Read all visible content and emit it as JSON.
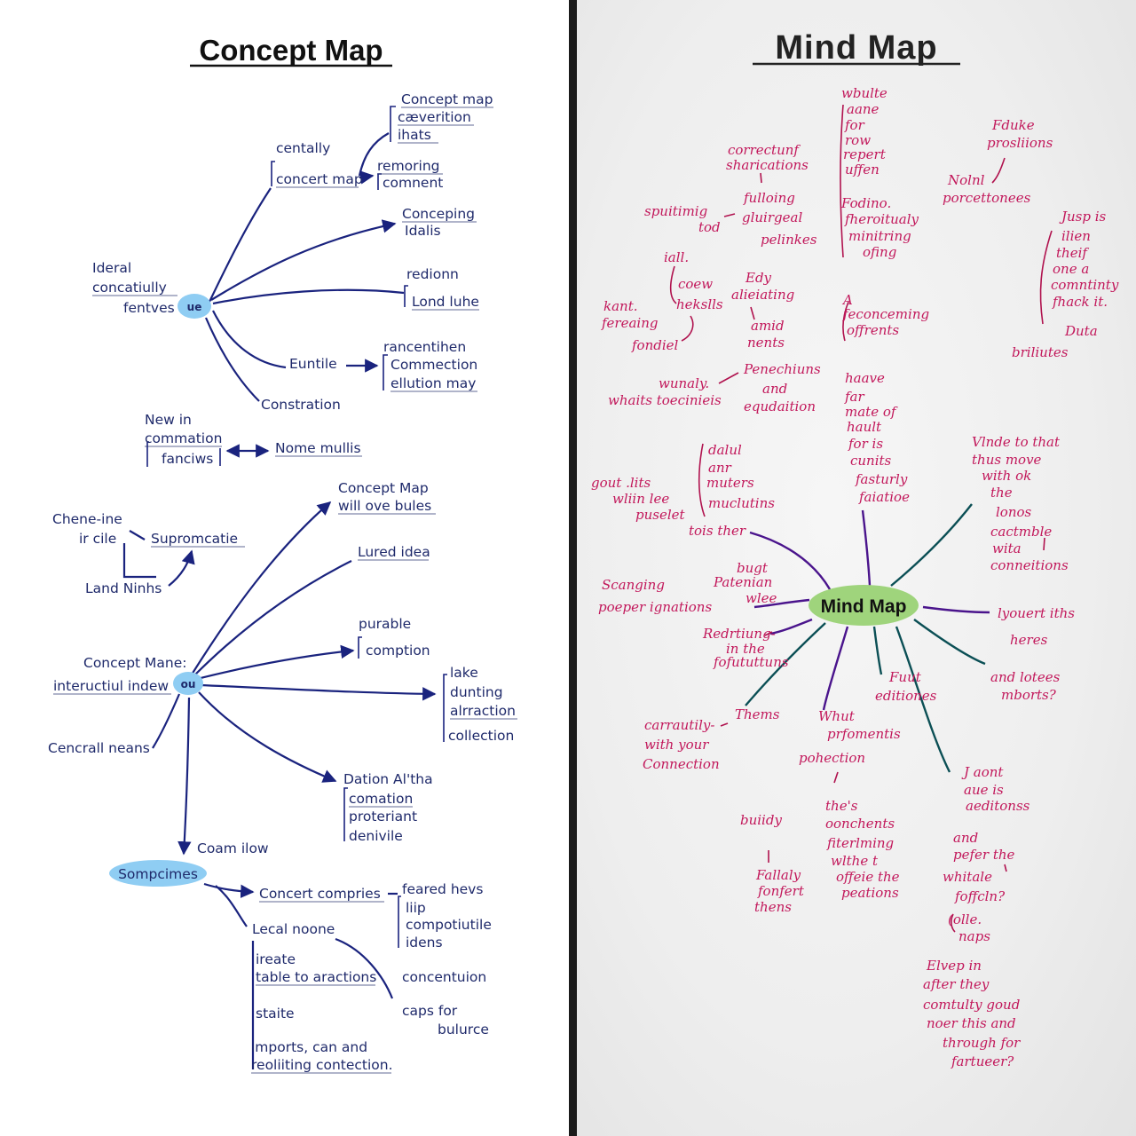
{
  "concept_map": {
    "title": "Concept Map",
    "labels": {
      "concept_map_1": "Concept map",
      "caveat": "cæverition",
      "ihats": "ihats",
      "centally": "centally",
      "concert_map": "concert map",
      "remoring": "remoring",
      "comnent": "comnent",
      "conceping": "Conceping",
      "idalis": "Idalis",
      "ideral": "Ideral",
      "concatiully": "concatiully",
      "fentves": "fentves",
      "redionn": "redionn",
      "lond_luhe": "Lond luhe",
      "rancentihen": "rancentihen",
      "eunntile": "Euntile",
      "commection": "Commection",
      "ellution_may": "ellution may",
      "constration": "Constration",
      "new_in": "New in",
      "commation": "commation",
      "fanciws": "fanciws",
      "nome_mullis": "Nome mullis",
      "chene_ine": "Chene-ine",
      "ir_cile": "ir cile",
      "supromcatie": "Supromcatie",
      "land_ninhs": "Land Ninhs",
      "concept_map_2": "Concept Map",
      "will_ove_bules": "will ove bules",
      "lured_idea": "Lured idea",
      "purable": "purable",
      "comption": "comption",
      "concept_mane": "Concept Mane:",
      "inteructiul_indew": "inteructiul indew",
      "lake": "lake",
      "dunting": "dunting",
      "alrraction": "alrraction",
      "collection": "collection",
      "cencrall_neans": "Cencrall neans",
      "dation_altha": "Dation Al'tha",
      "comation": "comation",
      "proteriant": "proteriant",
      "denivile": "denivile",
      "coam_ilow": "Coam ilow",
      "somporimes": "Sompcimes",
      "concert_compries": "Concert compries",
      "feared_hevs": "feared hevs",
      "liip": "liip",
      "compotiutile": "compotiutile",
      "idens": "idens",
      "lecal_noone": "Lecal noone",
      "ireate": "ireate",
      "table_to_aractions": "table to aractions",
      "concentuion": "concentuion",
      "staite": "staite",
      "caps_for": "caps for",
      "bulurce": "bulurce",
      "imports_can_and": "imports, can and",
      "reoliiting_contection": "reoliiting contection."
    },
    "node_bubbles": {
      "hub1": "ue",
      "hub2": "ou"
    }
  },
  "mind_map": {
    "title": "Mind Map",
    "center": "Mind Map",
    "labels": {
      "whulte": "wbulte",
      "aane": "aane",
      "for": "for",
      "row": "row",
      "repert": "repert",
      "uffen": "uffen",
      "foduke": "Fduke",
      "prosliions": "prosliions",
      "nolnl": "Nolnl",
      "porcettonees": "porcettonees",
      "correctunf": "correctunf",
      "sharications": "sharications",
      "fulloing": "fulloing",
      "gluirgeal": "gluirgeal",
      "pelinkes": "pelinkes",
      "spuitimig": "spuitimig",
      "tod": "tod",
      "fodino": "Fodino.",
      "fheroitualy": "fheroitualy",
      "minitring": "minitring",
      "ofing": "ofing",
      "jusp_is": "Jusp is",
      "ilien": "ilien",
      "theif": "theif",
      "one_a": "one a",
      "comntinty": "comntinty",
      "fhack_it": "fhack it.",
      "iall": "iall.",
      "coew": "coew",
      "helelis": "hekslls",
      "edy": "Edy",
      "alieiating": "alieiating",
      "amid": "amid",
      "nents": "nents",
      "a_cap": "A",
      "feconceming": "feconceming",
      "offrents": "offrents",
      "kant": "kant.",
      "fereaing": "fereaing",
      "fondiel": "fondiel",
      "duta": "Duta",
      "briliutes": "briliutes",
      "wunaly": "wunaly.",
      "whaits_toecinieis": "whaits toecinieis",
      "penechiuns": "Penechiuns",
      "and_1": "and",
      "equdaition": "equdaition",
      "haave": "haave",
      "far": "far",
      "mate_of": "mate of",
      "hault": "hault",
      "for_is": "for is",
      "cunits": "cunits",
      "fasturly": "fasturly",
      "faiatioe": "faiatioe",
      "dalul": "dalul",
      "anr": "anr",
      "muters": "muters",
      "muclutins": "muclutins",
      "gout_lits": "gout .lits",
      "wliin_lee": "wliin lee",
      "puselet": "puselet",
      "tois_ther": "tois ther",
      "vlnde_to_that": "Vlnde to that",
      "thus_more": "thus move",
      "with_ok": "with ok",
      "the": "the",
      "lonos": "lonos",
      "cactmble": "cactmble",
      "wita": "wita",
      "conneitions": "conneitions",
      "bugt": "bugt",
      "patenian": "Patenian",
      "wlee": "wlee",
      "scanging": "Scanging",
      "poeper_ignations": "poeper ignations",
      "lyouert_iths": "lyouert iths",
      "heres": "heres",
      "redrtiung": "Redrtiung-",
      "in_the": "in the",
      "fofututtuns": "fofututtuns",
      "fuut": "Fuut",
      "editiones": "editiones",
      "and_lotees": "and lotees",
      "mbperts": "mborts?",
      "carrauily": "carrautily-",
      "with_your": "with your",
      "connection": "Connection",
      "thems": "Thems",
      "whut": "Whut",
      "prfomentis": "prfomentis",
      "pohection": "pohection",
      "j_aont": "J aont",
      "aue_is": "aue is",
      "aeditonss": "aeditonss",
      "buiidy": "buiidy",
      "thes": "the's",
      "oonchents": "oonchents",
      "fiteriming": "fiterlming",
      "wlthe_t": "wlthe t",
      "offeie_the": "offeie the",
      "peations": "peations",
      "and_2": "and",
      "pefer_the": "pefer the",
      "whitale": "whitale",
      "foffcln": "foffcln?",
      "fallaly": "Fallaly",
      "fonfert": "fonfert",
      "thens": "thens",
      "lolle": "(olle.",
      "naps": "naps",
      "elvep_in": "Elvep in",
      "after_they": "after they",
      "comtulty_goud": "comtulty  goud",
      "noer_this_and": "noer this and",
      "through_for": "through for",
      "fartueer": "fartueer?"
    }
  },
  "colors": {
    "concept_ink": "#1f2a6b",
    "concept_line": "#1a237e",
    "bubble_fill": "#8fcdf3",
    "mind_ink": "#c2185b",
    "mind_ink2": "#b0124e",
    "mind_line_purple": "#4a148c",
    "mind_line_teal": "#0b4f55",
    "mind_center_fill": "#9fd47c",
    "divider": "#1b1b1b"
  }
}
